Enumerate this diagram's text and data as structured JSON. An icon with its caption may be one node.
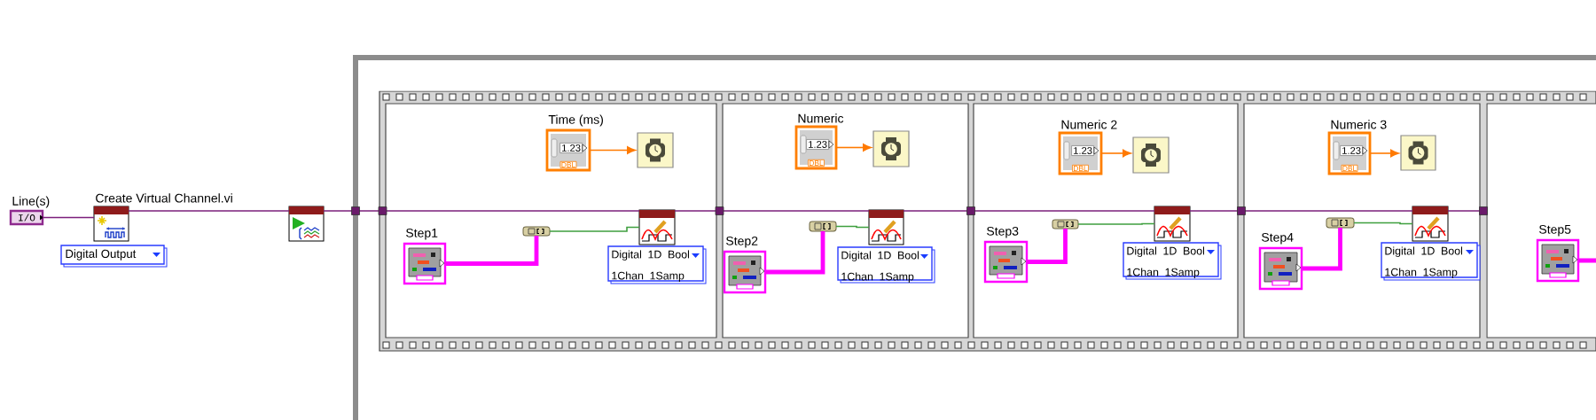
{
  "diagram": {
    "nodes": [
      {
        "text": [],
        "shape": "box"
      },
      {
        "text": [
          "Line(s)",
          "I/O"
        ]
      },
      {
        "text": [
          "Create Virtual Channel.vi"
        ]
      },
      {
        "text": [
          "Digital Output"
        ]
      },
      {
        "text": [],
        "shape": "box"
      },
      {
        "text": [],
        "shape": "box",
        "in": 0
      },
      {
        "text": [
          "Time (ms)",
          "1.23",
          "DBL"
        ],
        "in": 5
      },
      {
        "text": [],
        "shape": "box",
        "in": 5
      },
      {
        "text": [
          "Step1"
        ],
        "in": 5
      },
      {
        "text": [],
        "shape": "box",
        "in": 5
      },
      {
        "text": [],
        "shape": "box",
        "in": 5
      },
      {
        "text": [
          "Digital 1D Bool 1Chan 1Samp"
        ],
        "in": 5
      },
      {
        "text": [],
        "shape": "box",
        "in": 0
      },
      {
        "text": [
          "Numeric",
          "1.23",
          "DBL"
        ],
        "in": 12
      },
      {
        "text": [],
        "shape": "box",
        "in": 12
      },
      {
        "text": [
          "Step2"
        ],
        "in": 12
      },
      {
        "text": [],
        "shape": "box",
        "in": 12
      },
      {
        "text": [],
        "shape": "box",
        "in": 12
      },
      {
        "text": [
          "Digital 1D Bool 1Chan 1Samp"
        ],
        "in": 12
      },
      {
        "text": [],
        "shape": "box",
        "in": 0
      },
      {
        "text": [
          "Numeric 2",
          "1.23",
          "DBL"
        ],
        "in": 19
      },
      {
        "text": [],
        "shape": "box",
        "in": 19
      },
      {
        "text": [
          "Step3"
        ],
        "in": 19
      },
      {
        "text": [],
        "shape": "box",
        "in": 19
      },
      {
        "text": [],
        "shape": "box",
        "in": 19
      },
      {
        "text": [
          "Digital 1D Bool 1Chan 1Samp"
        ],
        "in": 19
      },
      {
        "text": [],
        "shape": "box",
        "in": 0
      },
      {
        "text": [
          "Numeric 3",
          "1.23",
          "DBL"
        ],
        "in": 26
      },
      {
        "text": [],
        "shape": "box",
        "in": 26
      },
      {
        "text": [
          "Step4"
        ],
        "in": 26
      },
      {
        "text": [],
        "shape": "box",
        "in": 26
      },
      {
        "text": [],
        "shape": "box",
        "in": 26
      },
      {
        "text": [
          "Digital 1D Bool 1Chan 1Samp"
        ],
        "in": 26
      },
      {
        "text": [],
        "shape": "box",
        "in": 0
      },
      {
        "text": [
          "Step5"
        ],
        "in": 33
      }
    ],
    "edges": [
      {
        "from": 1,
        "to": 2,
        "arrow": "none"
      },
      {
        "from": 2,
        "to": 4,
        "arrow": "none"
      },
      {
        "from": 4,
        "to": 10,
        "arrow": "none"
      },
      {
        "from": 10,
        "to": 17,
        "arrow": "none"
      },
      {
        "from": 17,
        "to": 24,
        "arrow": "none"
      },
      {
        "from": 24,
        "to": 31,
        "arrow": "none"
      },
      {
        "from": 31,
        "to": 33,
        "arrow": "none"
      },
      {
        "from": 6,
        "to": 7,
        "arrow": "to",
        "color": "#ff7a00"
      },
      {
        "from": 8,
        "to": 9,
        "arrow": "none",
        "style": "thick",
        "color": "#ff00ff"
      },
      {
        "from": 9,
        "to": 10,
        "arrow": "none",
        "color": "#3f9f3f"
      },
      {
        "from": 13,
        "to": 14,
        "arrow": "to",
        "color": "#ff7a00"
      },
      {
        "from": 15,
        "to": 16,
        "arrow": "none",
        "style": "thick",
        "color": "#ff00ff"
      },
      {
        "from": 16,
        "to": 17,
        "arrow": "none",
        "color": "#3f9f3f"
      },
      {
        "from": 20,
        "to": 21,
        "arrow": "to",
        "color": "#ff7a00"
      },
      {
        "from": 22,
        "to": 23,
        "arrow": "none",
        "style": "thick",
        "color": "#ff00ff"
      },
      {
        "from": 23,
        "to": 24,
        "arrow": "none",
        "color": "#3f9f3f"
      },
      {
        "from": 27,
        "to": 28,
        "arrow": "to",
        "color": "#ff7a00"
      },
      {
        "from": 29,
        "to": 30,
        "arrow": "none",
        "style": "thick",
        "color": "#ff00ff"
      },
      {
        "from": 30,
        "to": 31,
        "arrow": "none",
        "color": "#3f9f3f"
      },
      {
        "from": 34,
        "to": null,
        "arrow": "none",
        "style": "thick",
        "color": "#ff00ff"
      }
    ]
  }
}
